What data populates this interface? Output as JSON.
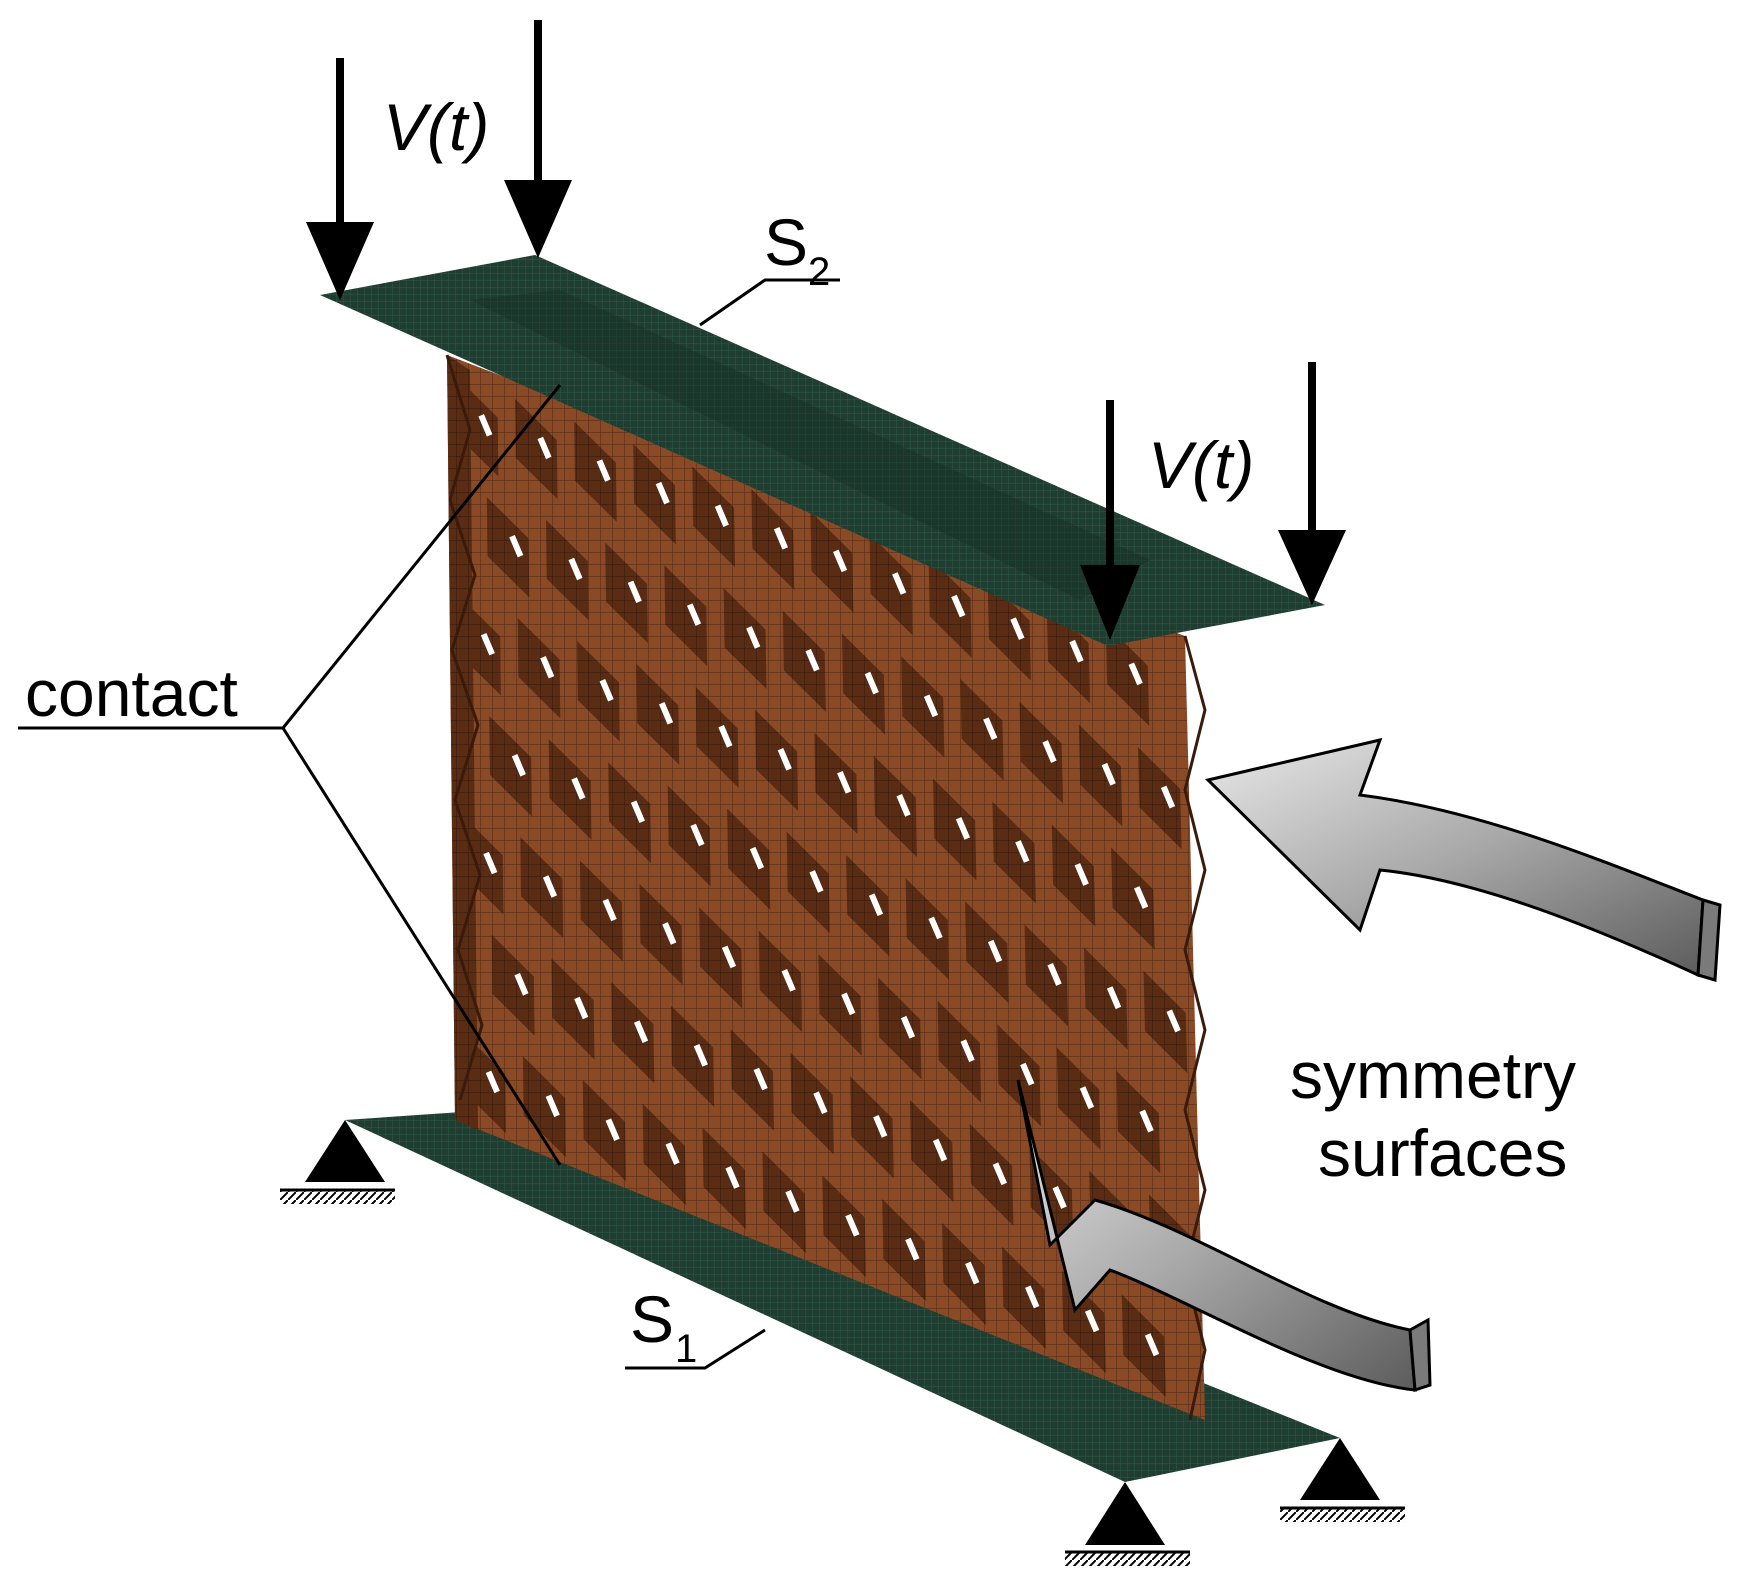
{
  "labels": {
    "load_top_left": "V(t)",
    "load_right": "V(t)",
    "plate_top": {
      "letter": "S",
      "sub": "2"
    },
    "plate_bottom": {
      "letter": "S",
      "sub": "1"
    },
    "contact": "contact",
    "symmetry_line1": "symmetry",
    "symmetry_line2": "surfaces"
  },
  "colors": {
    "plate": "#1f3d30",
    "plate_mesh": "#2f5a46",
    "core": "#8a4a26",
    "core_dark": "#4e2512",
    "core_mesh": "#c47a4d",
    "arrow_gray": "#9a9a9a",
    "ink": "#000000"
  },
  "icons": [
    "down-arrow-icon",
    "pin-support-icon",
    "curved-arrow-icon"
  ]
}
